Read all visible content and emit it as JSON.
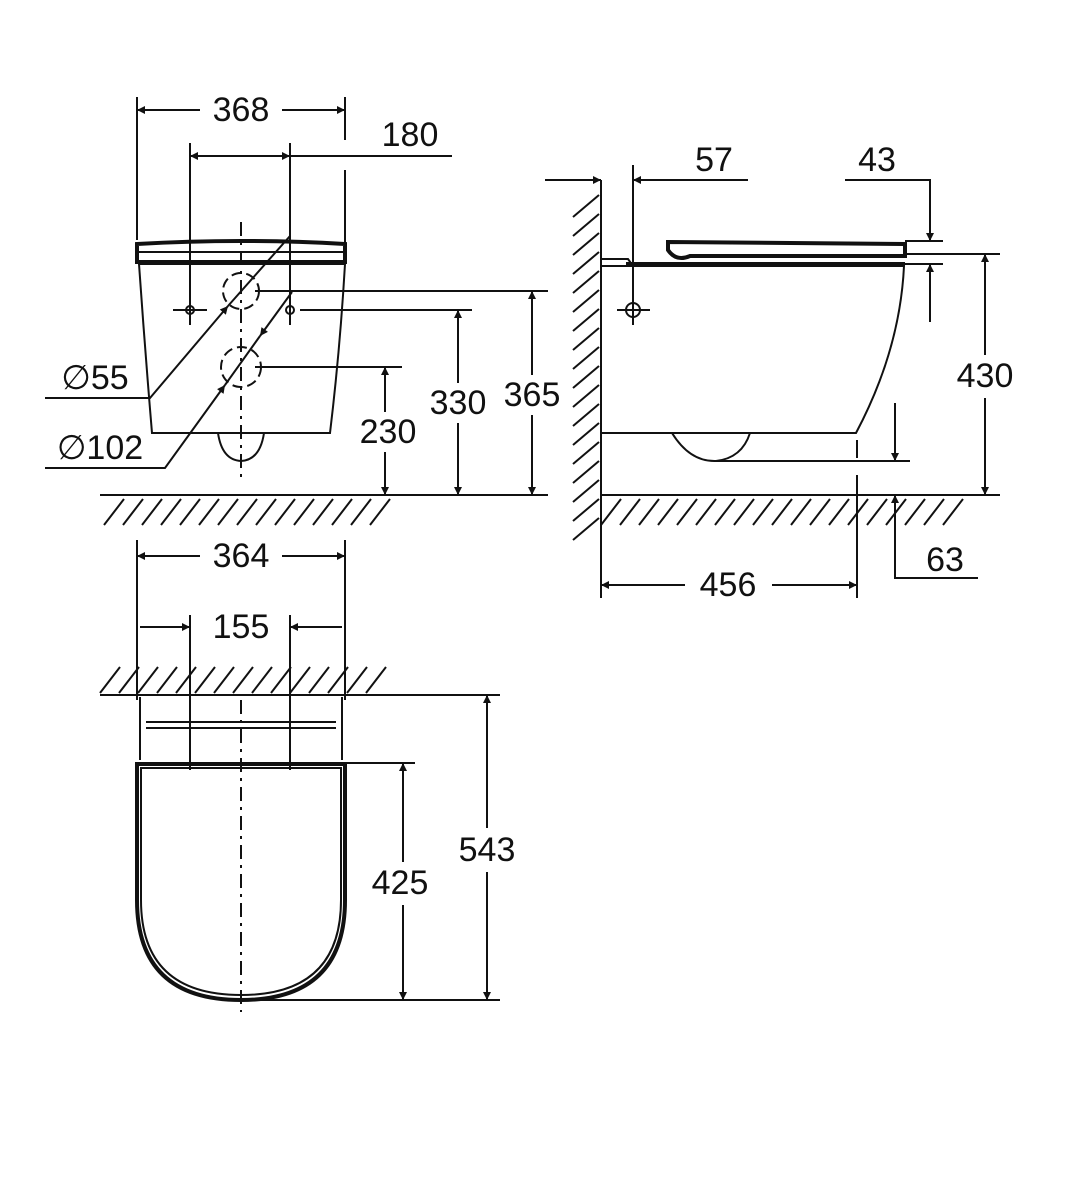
{
  "title": "Wall-hung toilet dimension drawing",
  "units": "mm",
  "colors": {
    "line": "#111111",
    "background": "#ffffff"
  },
  "front_view": {
    "width_overall": "368",
    "fixing_spacing": "180",
    "inlet_diameter": "∅55",
    "outlet_diameter": "∅102",
    "outlet_height": "230",
    "fixing_height": "330",
    "inlet_height": "365"
  },
  "side_view": {
    "fixing_from_wall": "57",
    "seat_thickness": "43",
    "total_height": "430",
    "outlet_below_bottom": "63",
    "depth": "456"
  },
  "top_view": {
    "width": "364",
    "hinge_spacing": "155",
    "seat_length": "425",
    "total_length": "543"
  }
}
